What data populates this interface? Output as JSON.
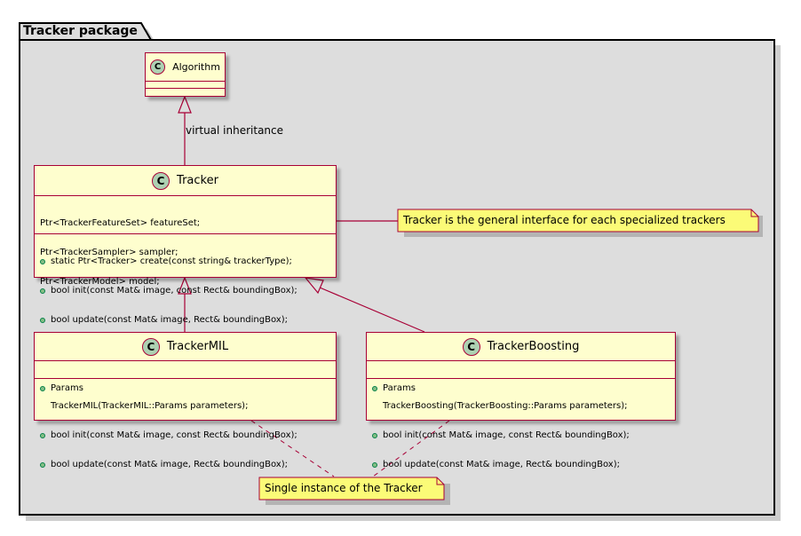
{
  "package": {
    "name": "Tracker package"
  },
  "classes": {
    "algorithm": {
      "name": "Algorithm",
      "stereotype_letter": "C"
    },
    "tracker": {
      "name": "Tracker",
      "stereotype_letter": "C",
      "attributes": [
        "Ptr<TrackerFeatureSet> featureSet;",
        "Ptr<TrackerSampler> sampler;",
        "Ptr<TrackerModel> model;"
      ],
      "methods": [
        "static Ptr<Tracker> create(const string& trackerType);",
        "bool init(const Mat& image, const Rect& boundingBox);",
        "bool update(const Mat& image, Rect& boundingBox);"
      ]
    },
    "tracker_mil": {
      "name": "TrackerMIL",
      "stereotype_letter": "C",
      "attributes": [
        "Params"
      ],
      "methods": [
        "TrackerMIL(TrackerMIL::Params parameters);",
        "bool init(const Mat& image, const Rect& boundingBox);",
        "bool update(const Mat& image, Rect& boundingBox);"
      ]
    },
    "tracker_boosting": {
      "name": "TrackerBoosting",
      "stereotype_letter": "C",
      "attributes": [
        "Params"
      ],
      "methods": [
        "TrackerBoosting(TrackerBoosting::Params parameters);",
        "bool init(const Mat& image, const Rect& boundingBox);",
        "bool update(const Mat& image, Rect& boundingBox);"
      ]
    }
  },
  "relations": {
    "virtual_inheritance_label": "virtual inheritance"
  },
  "notes": {
    "tracker_note": "Tracker is the general interface for each specialized trackers",
    "instance_note": "Single instance of the Tracker"
  },
  "colors": {
    "package_fill": "#DDDDDD",
    "package_border": "#000000",
    "class_fill": "#FEFECE",
    "class_border": "#A80036",
    "note_fill": "#FBFB77",
    "note_border": "#A80036",
    "badge_fill": "#ADD1B2",
    "visibility_public": "#84BE84"
  }
}
